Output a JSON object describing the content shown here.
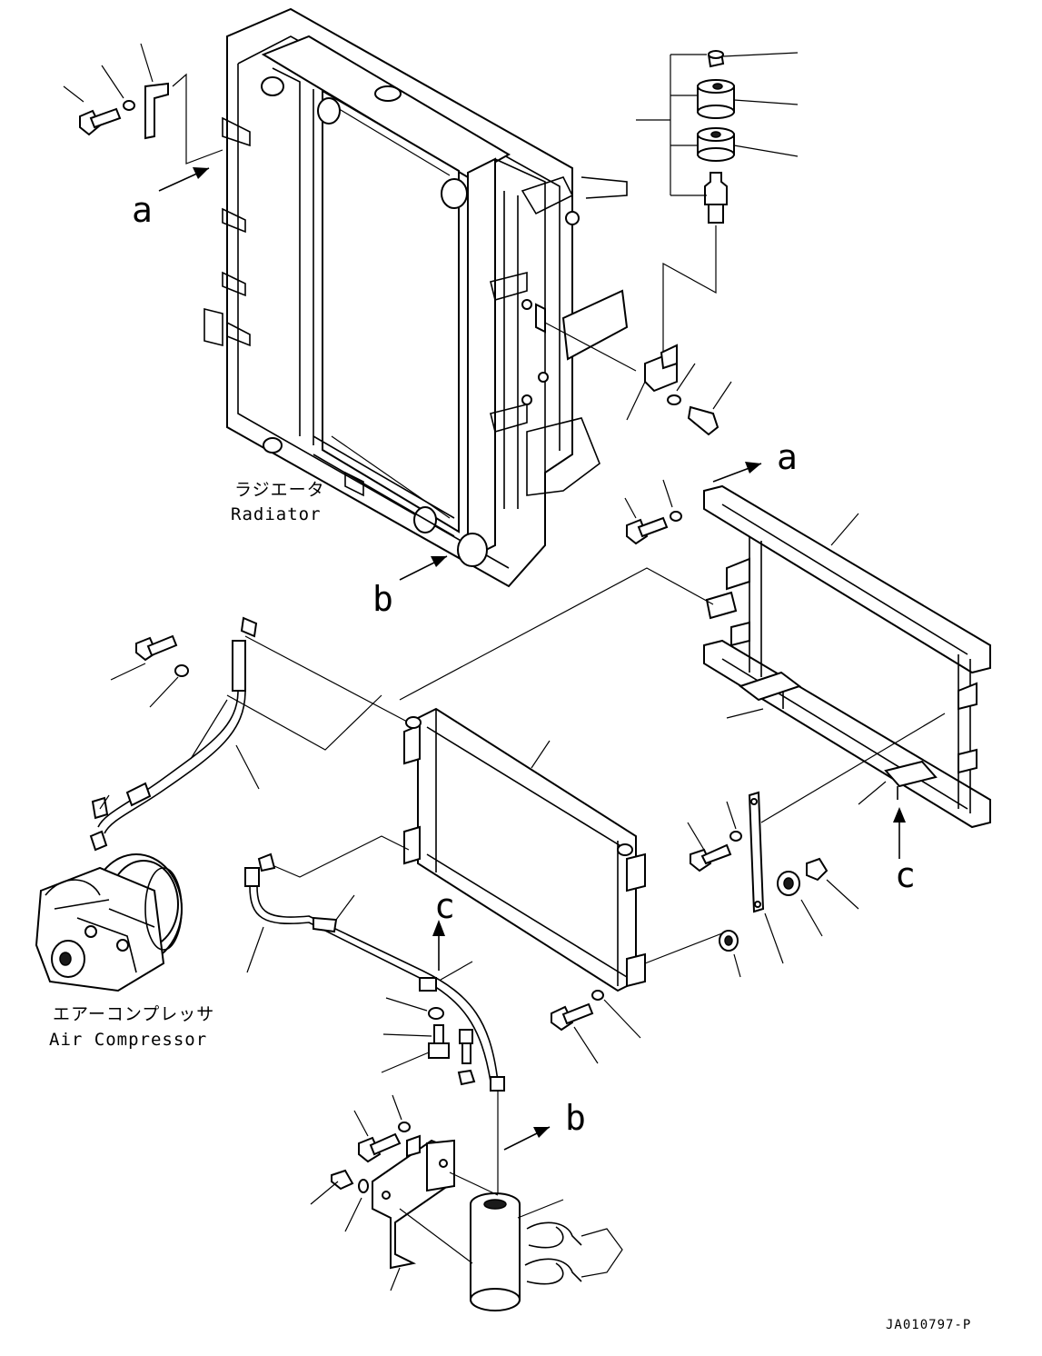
{
  "labels": {
    "radiator_jp": "ラジエータ",
    "radiator_en": "Radiator",
    "compressor_jp": "エアーコンプレッサ",
    "compressor_en": "Air Compressor",
    "drawing_code": "JA010797-P"
  },
  "arrows": {
    "a_top": "a",
    "a_right": "a",
    "b_radiator": "b",
    "b_receiver": "b",
    "c_condenser": "c",
    "c_frame": "c"
  }
}
